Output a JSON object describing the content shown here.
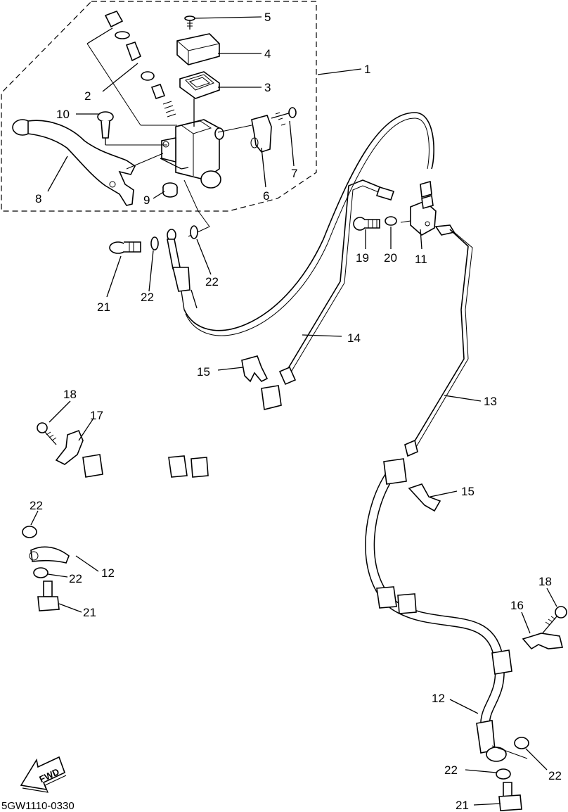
{
  "diagram_code": "5GW1110-0330",
  "fwd_label": "FWD",
  "callouts": [
    {
      "id": "c5",
      "text": "5"
    },
    {
      "id": "c4",
      "text": "4"
    },
    {
      "id": "c1",
      "text": "1"
    },
    {
      "id": "c3",
      "text": "3"
    },
    {
      "id": "c2",
      "text": "2"
    },
    {
      "id": "c10",
      "text": "10"
    },
    {
      "id": "c7",
      "text": "7"
    },
    {
      "id": "c8",
      "text": "8"
    },
    {
      "id": "c9",
      "text": "9"
    },
    {
      "id": "c6",
      "text": "6"
    },
    {
      "id": "c19",
      "text": "19"
    },
    {
      "id": "c20",
      "text": "20"
    },
    {
      "id": "c11",
      "text": "11"
    },
    {
      "id": "c21a",
      "text": "21"
    },
    {
      "id": "c22a",
      "text": "22"
    },
    {
      "id": "c22b",
      "text": "22"
    },
    {
      "id": "c14",
      "text": "14"
    },
    {
      "id": "c15a",
      "text": "15"
    },
    {
      "id": "c13",
      "text": "13"
    },
    {
      "id": "c18a",
      "text": "18"
    },
    {
      "id": "c17",
      "text": "17"
    },
    {
      "id": "c15b",
      "text": "15"
    },
    {
      "id": "c22c",
      "text": "22"
    },
    {
      "id": "c12a",
      "text": "12"
    },
    {
      "id": "c22d",
      "text": "22"
    },
    {
      "id": "c21b",
      "text": "21"
    },
    {
      "id": "c18b",
      "text": "18"
    },
    {
      "id": "c16",
      "text": "16"
    },
    {
      "id": "c12b",
      "text": "12"
    },
    {
      "id": "c22e",
      "text": "22"
    },
    {
      "id": "c22f",
      "text": "22"
    },
    {
      "id": "c21c",
      "text": "21"
    }
  ]
}
